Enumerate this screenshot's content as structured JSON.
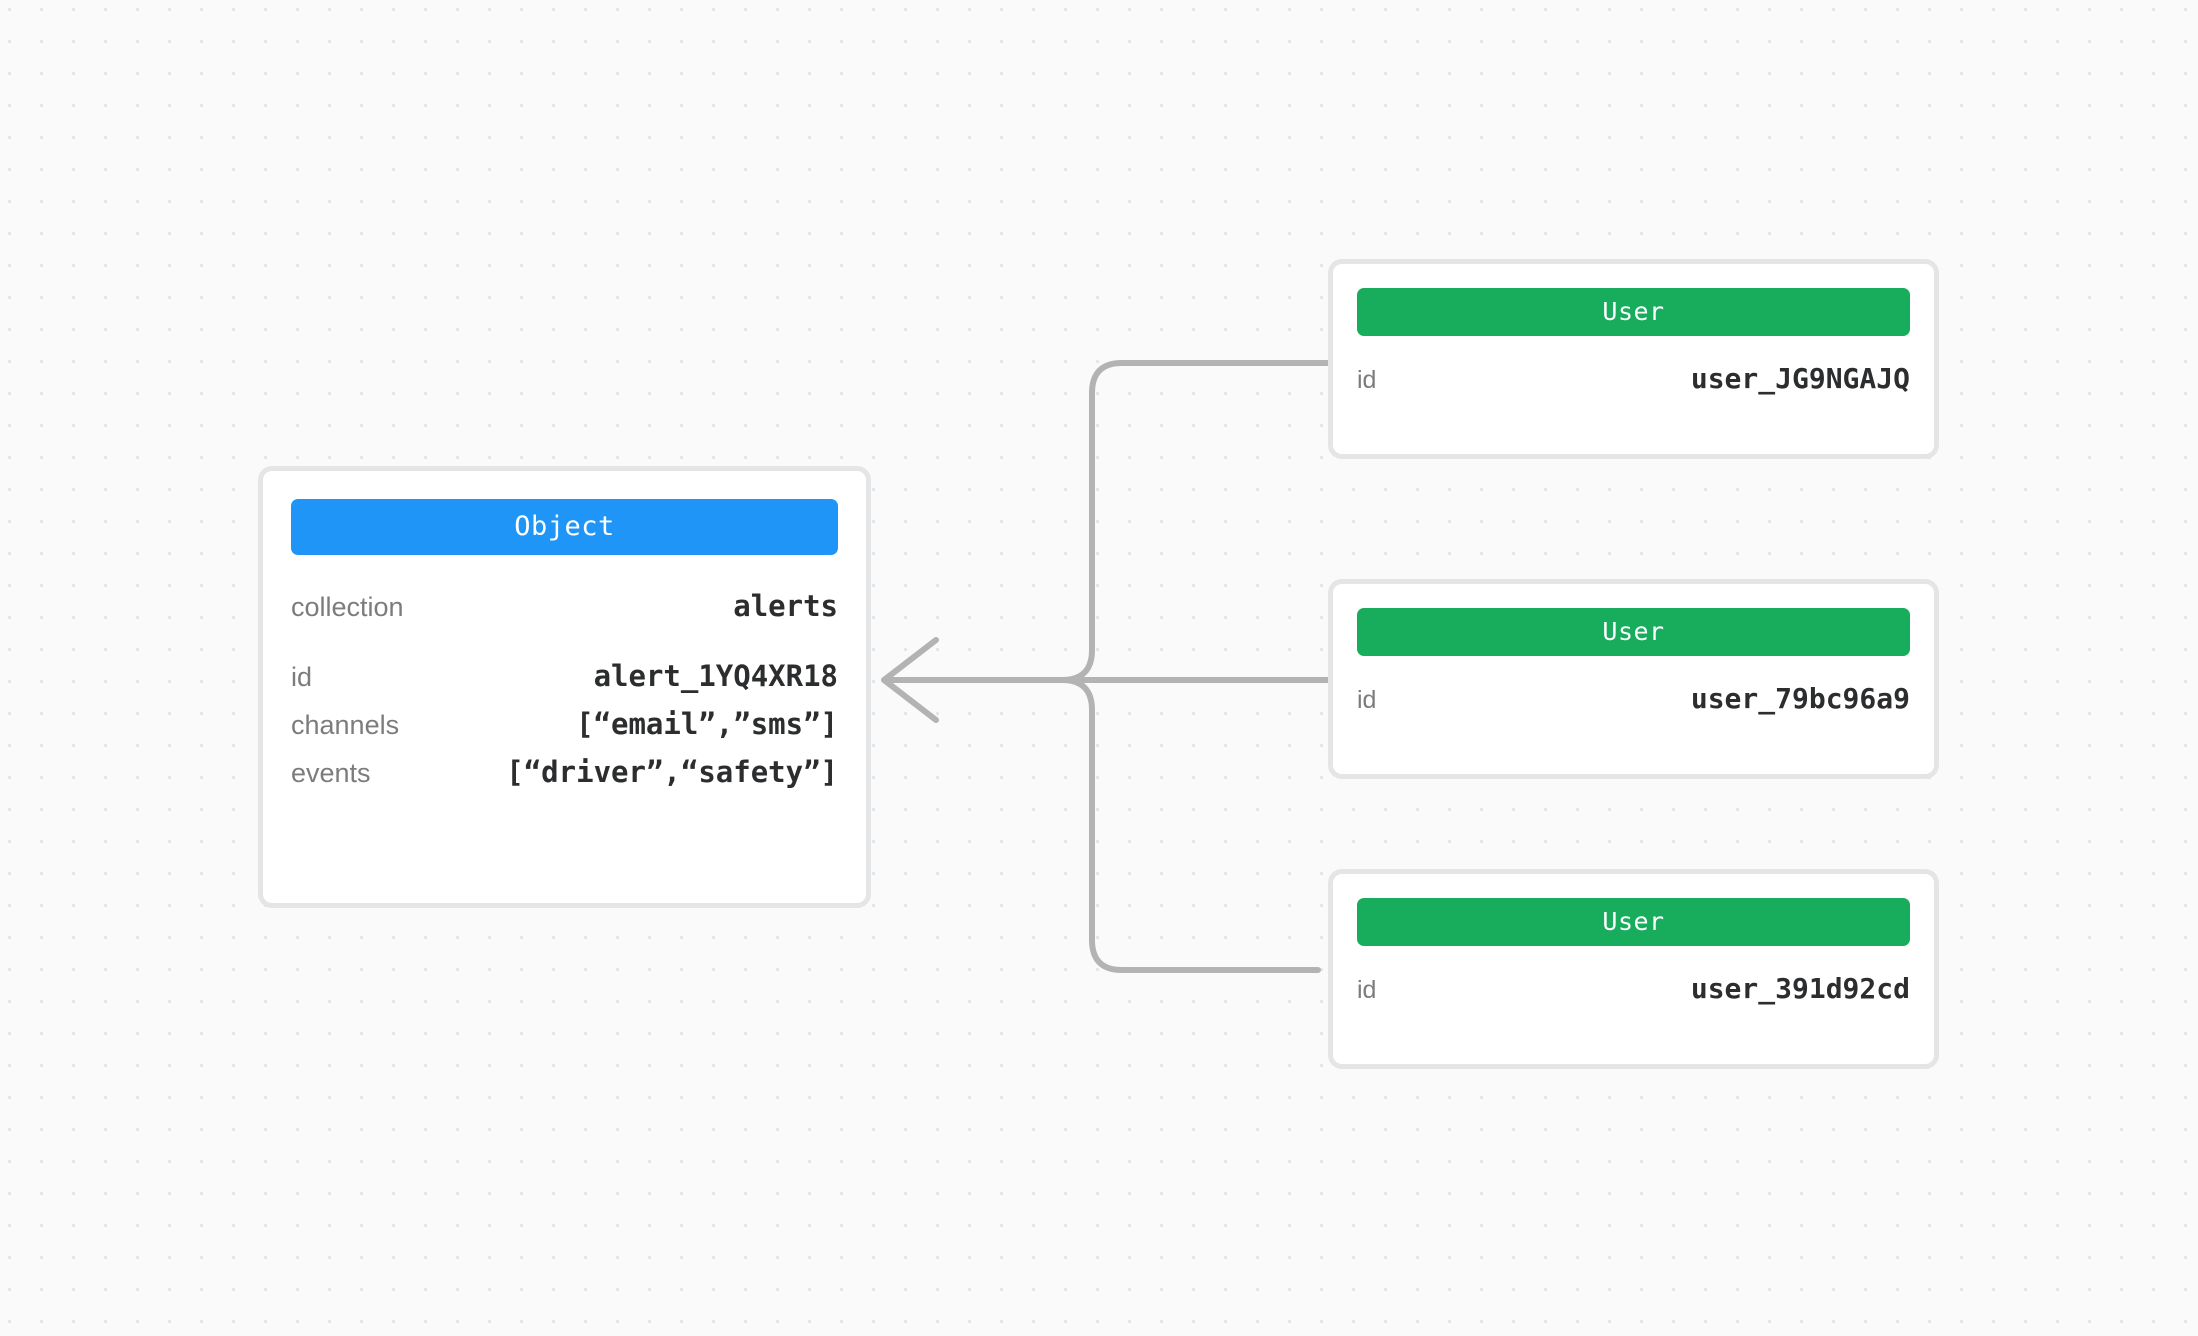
{
  "canvas": {
    "background_color": "#fafafa",
    "dot_grid_color": "#e3e4e6"
  },
  "colors": {
    "object_header": "#1f96f7",
    "user_header": "#17ad5c",
    "card_border": "#e4e5e6",
    "edge": "#b3b3b3",
    "key_text": "#7b7c7e",
    "value_text": "#2c2d2e"
  },
  "object_node": {
    "title": "Object",
    "rows": [
      {
        "key": "collection",
        "value": "alerts"
      },
      {
        "key": "id",
        "value": "alert_1YQ4XR18"
      },
      {
        "key": "channels",
        "value": "[“email”,”sms”]"
      },
      {
        "key": "events",
        "value": "[“driver”,“safety”]"
      }
    ]
  },
  "user_nodes": [
    {
      "title": "User",
      "rows": [
        {
          "key": "id",
          "value": "user_JG9NGAJQ"
        }
      ]
    },
    {
      "title": "User",
      "rows": [
        {
          "key": "id",
          "value": "user_79bc96a9"
        }
      ]
    },
    {
      "title": "User",
      "rows": [
        {
          "key": "id",
          "value": "user_391d92cd"
        }
      ]
    }
  ],
  "edges": {
    "count": 3,
    "direction": "users-to-object",
    "arrow_style": "chevron",
    "description": "Three orthogonal connectors from the left edge of each User card merge into a shared vertical trunk and terminate with a single left-pointing arrow at the right edge of the Object card."
  }
}
